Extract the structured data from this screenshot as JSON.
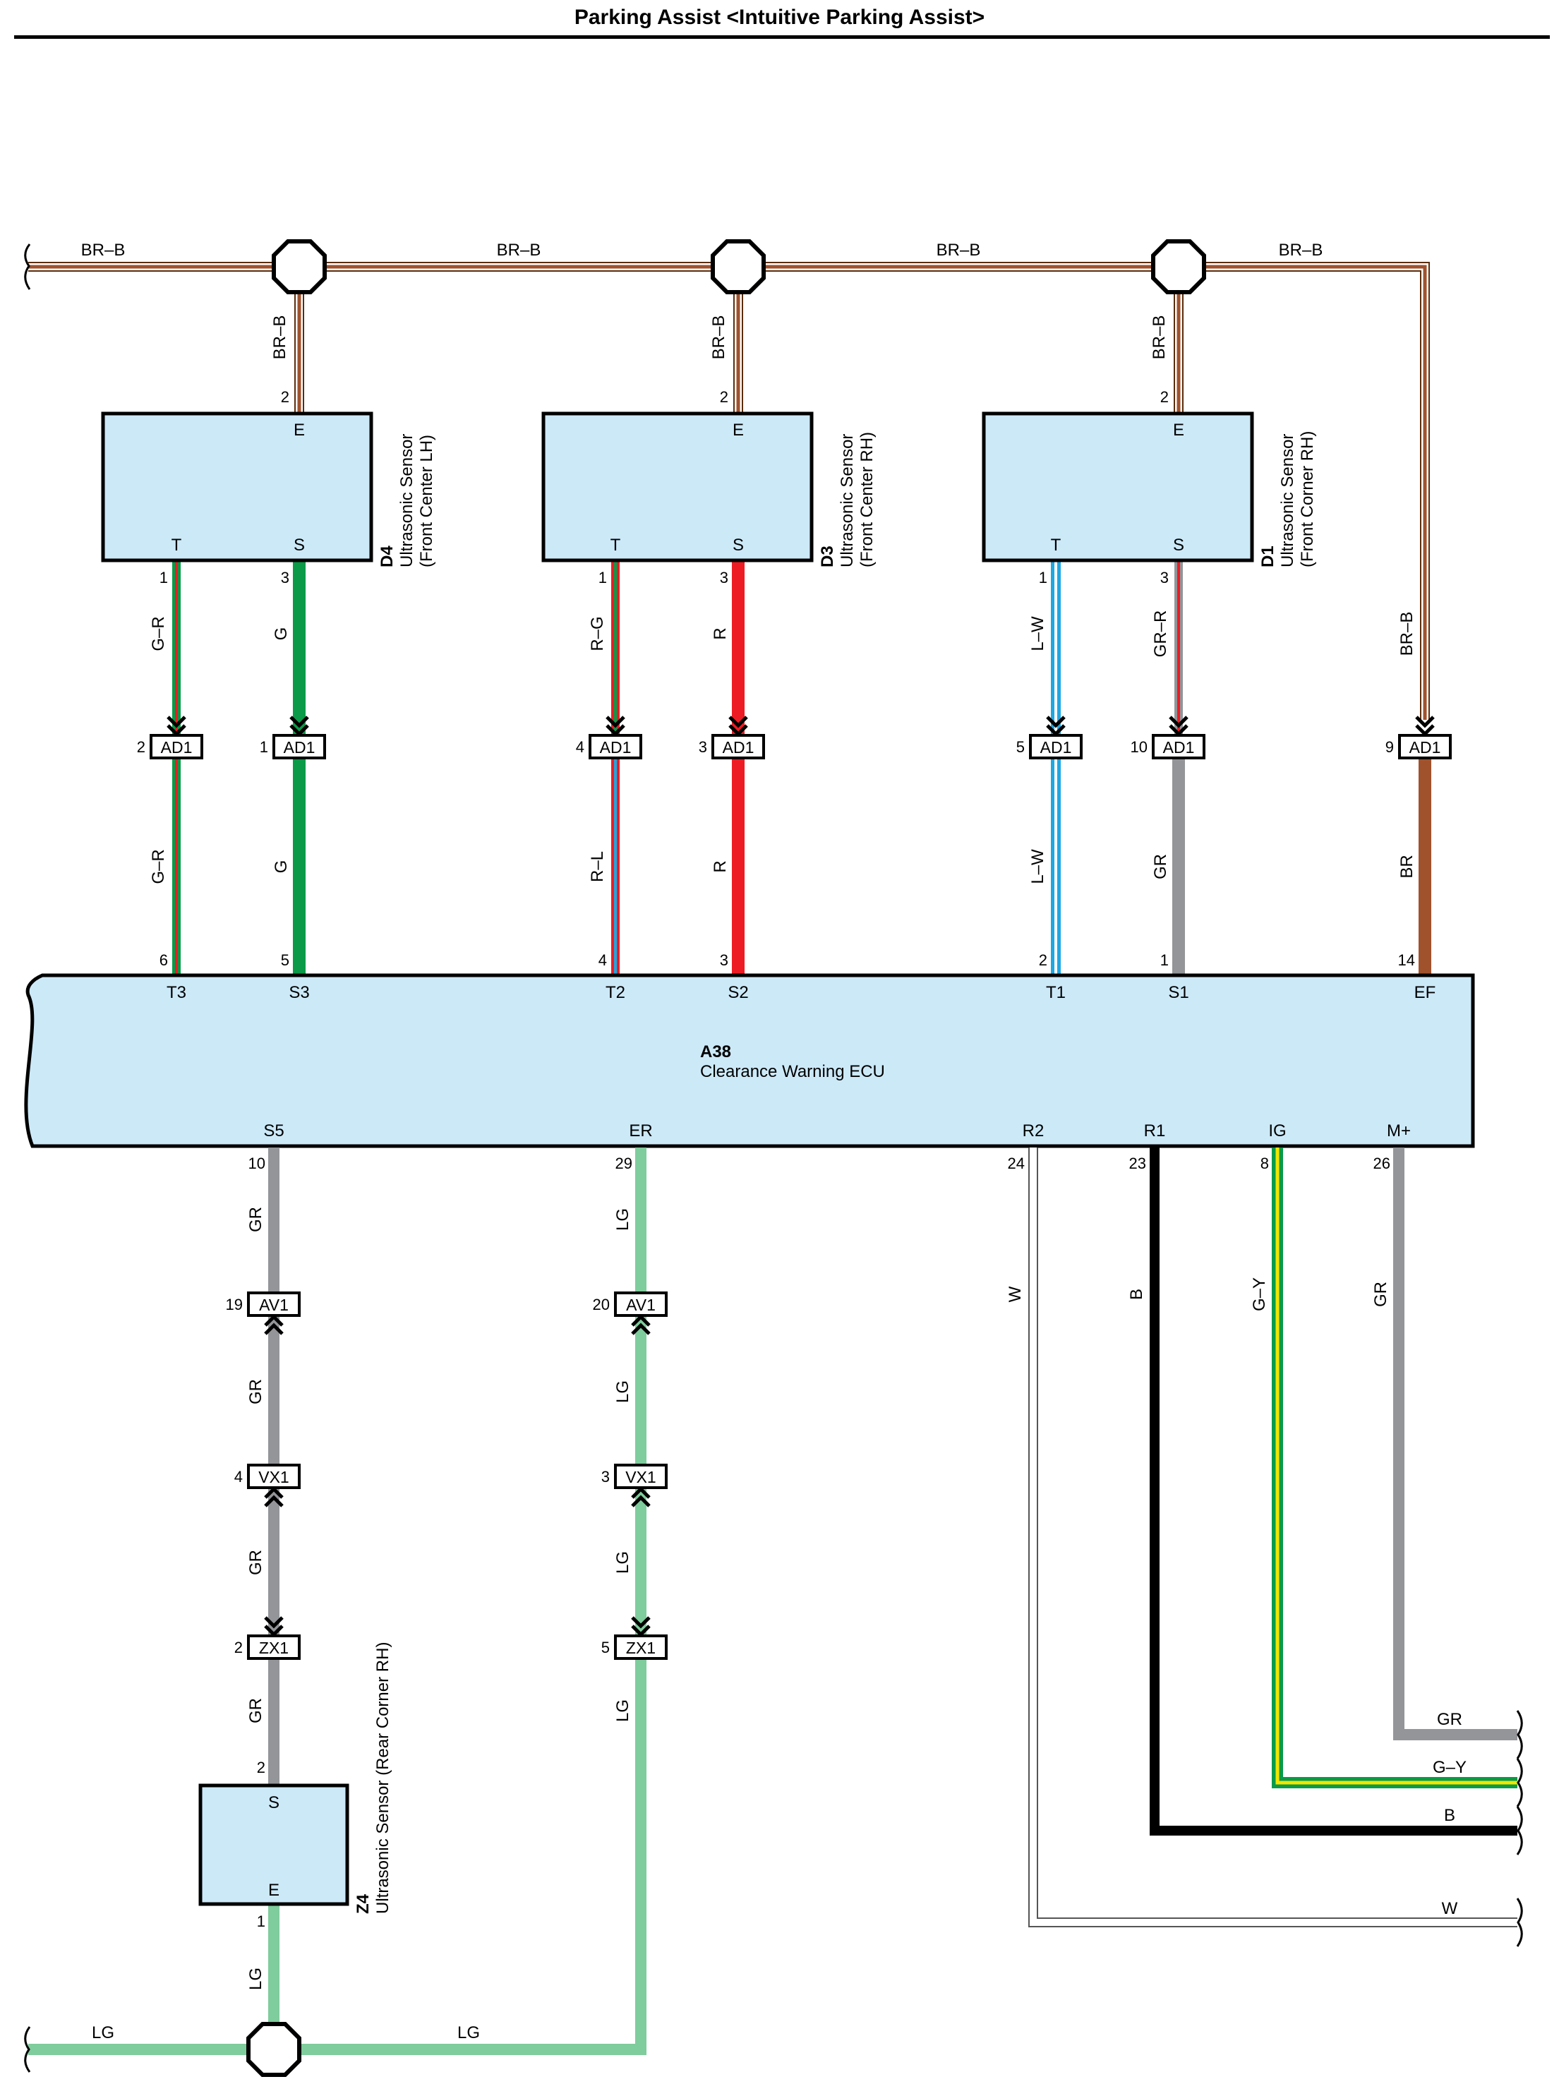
{
  "title": "Parking Assist <Intuitive Parking Assist>",
  "colors": {
    "BR": "#a0522d",
    "G": "#0a9a48",
    "R": "#ed1c24",
    "GR": "#939598",
    "L": "#1fa7e1",
    "LG": "#7fcc9c",
    "B": "#000000",
    "W": "#ffffff",
    "Y": "#f2e600",
    "box_fill": "#cce9f8"
  },
  "components": [
    {
      "id": "D4",
      "name": "Ultrasonic Sensor",
      "sub": "(Front Center LH)",
      "pins": {
        "E": "E",
        "T": "T",
        "S": "S"
      }
    },
    {
      "id": "D3",
      "name": "Ultrasonic Sensor",
      "sub": "(Front Center RH)",
      "pins": {
        "E": "E",
        "T": "T",
        "S": "S"
      }
    },
    {
      "id": "D1",
      "name": "Ultrasonic Sensor",
      "sub": "(Front Corner RH)",
      "pins": {
        "E": "E",
        "T": "T",
        "S": "S"
      }
    },
    {
      "id": "Z4",
      "name": "Ultrasonic Sensor (Rear Corner RH)",
      "pins": {
        "S": "S",
        "E": "E"
      }
    }
  ],
  "ecu": {
    "id": "A38",
    "name": "Clearance Warning ECU",
    "top_pins": [
      {
        "name": "T3",
        "num": "6"
      },
      {
        "name": "S3",
        "num": "5"
      },
      {
        "name": "T2",
        "num": "4"
      },
      {
        "name": "S2",
        "num": "3"
      },
      {
        "name": "T1",
        "num": "2"
      },
      {
        "name": "S1",
        "num": "1"
      },
      {
        "name": "EF",
        "num": "14"
      }
    ],
    "bottom_pins": [
      {
        "name": "S5",
        "num": "10"
      },
      {
        "name": "ER",
        "num": "29"
      },
      {
        "name": "R2",
        "num": "24"
      },
      {
        "name": "R1",
        "num": "23"
      },
      {
        "name": "IG",
        "num": "8"
      },
      {
        "name": "M+",
        "num": "26"
      }
    ]
  },
  "connectors": {
    "AD1": [
      {
        "pin": "2",
        "name": "AD1"
      },
      {
        "pin": "1",
        "name": "AD1"
      },
      {
        "pin": "4",
        "name": "AD1"
      },
      {
        "pin": "3",
        "name": "AD1"
      },
      {
        "pin": "5",
        "name": "AD1"
      },
      {
        "pin": "10",
        "name": "AD1"
      },
      {
        "pin": "9",
        "name": "AD1"
      }
    ],
    "AV1": [
      {
        "pin": "19",
        "name": "AV1"
      },
      {
        "pin": "20",
        "name": "AV1"
      }
    ],
    "VX1": [
      {
        "pin": "4",
        "name": "VX1"
      },
      {
        "pin": "3",
        "name": "VX1"
      }
    ],
    "ZX1": [
      {
        "pin": "2",
        "name": "ZX1"
      },
      {
        "pin": "5",
        "name": "ZX1"
      }
    ]
  },
  "sensor_pins": {
    "E": "2",
    "T": "1",
    "S": "3",
    "z4_S": "2",
    "z4_E": "1"
  },
  "wires": {
    "bus": "BR–B",
    "d4_t_upper": "G–R",
    "d4_s_upper": "G",
    "d3_t_upper": "R–G",
    "d3_s_upper": "R",
    "d1_t_upper": "L–W",
    "d1_s_upper": "GR–R",
    "ef_upper": "BR–B",
    "d4_t_lower": "G–R",
    "d4_s_lower": "G",
    "d3_t_lower": "R–L",
    "d3_s_lower": "R",
    "d1_t_lower": "L–W",
    "d1_s_lower": "GR",
    "ef_lower": "BR",
    "s5": "GR",
    "er": "LG",
    "r2": "W",
    "r1": "B",
    "ig": "G–Y",
    "mp": "GR",
    "out_gr": "GR",
    "out_gy": "G–Y",
    "out_b": "B",
    "out_w": "W",
    "ground": "LG"
  }
}
